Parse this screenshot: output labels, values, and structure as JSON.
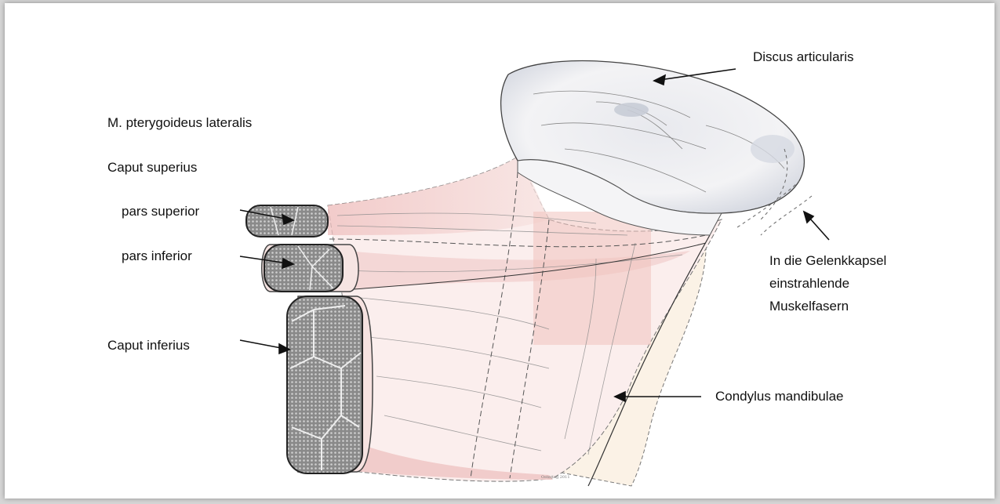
{
  "labels": {
    "discus": "Discus articularis",
    "muscle": "M. pterygoideus lateralis",
    "caput_superius": "Caput superius",
    "pars_superior": "pars superior",
    "pars_inferior": "pars inferior",
    "caput_inferius": "Caput inferius",
    "capsule_fibers": [
      "In die Gelenkkapsel",
      "einstrahlende",
      "Muskelfasern"
    ],
    "condylus": "Condylus mandibulae"
  },
  "signature": "Ostertag 2011",
  "colors": {
    "muscle_pink": "#f0c8c6",
    "tissue_fill": "#f6e2e0",
    "section_fill": "#9a9a9a",
    "bone_fill": "#fbf3ea",
    "outline": "#555555",
    "disc_shade": "#d9dde5"
  }
}
